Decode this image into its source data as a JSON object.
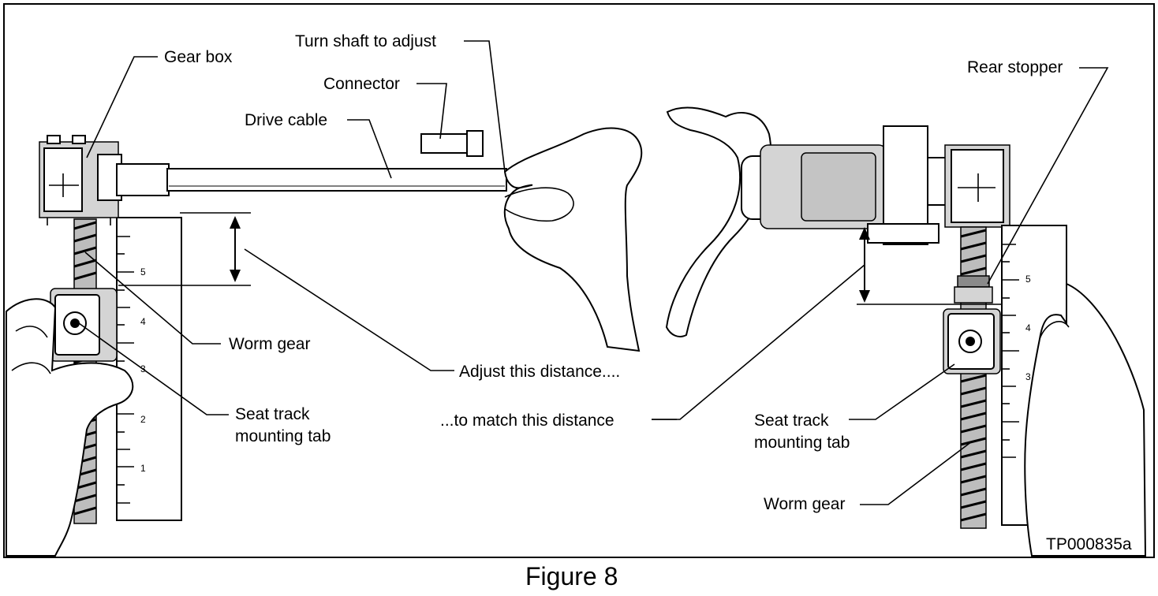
{
  "labels": {
    "gear_box": "Gear box",
    "turn_shaft": "Turn shaft to adjust",
    "connector": "Connector",
    "drive_cable": "Drive cable",
    "rear_stopper": "Rear stopper",
    "worm_gear_left": "Worm gear",
    "adjust_distance": "Adjust this distance....",
    "match_distance": "...to match this distance",
    "seat_track_left_line1": "Seat track",
    "seat_track_left_line2": "mounting tab",
    "seat_track_right_line1": "Seat track",
    "seat_track_right_line2": "mounting tab",
    "worm_gear_right": "Worm gear",
    "part_code": "TP000835a"
  },
  "caption": "Figure 8",
  "ruler_left": {
    "ticks": [
      "5",
      "4",
      "3",
      "2",
      "1"
    ]
  },
  "ruler_right": {
    "ticks": [
      "5",
      "4",
      "3"
    ]
  }
}
